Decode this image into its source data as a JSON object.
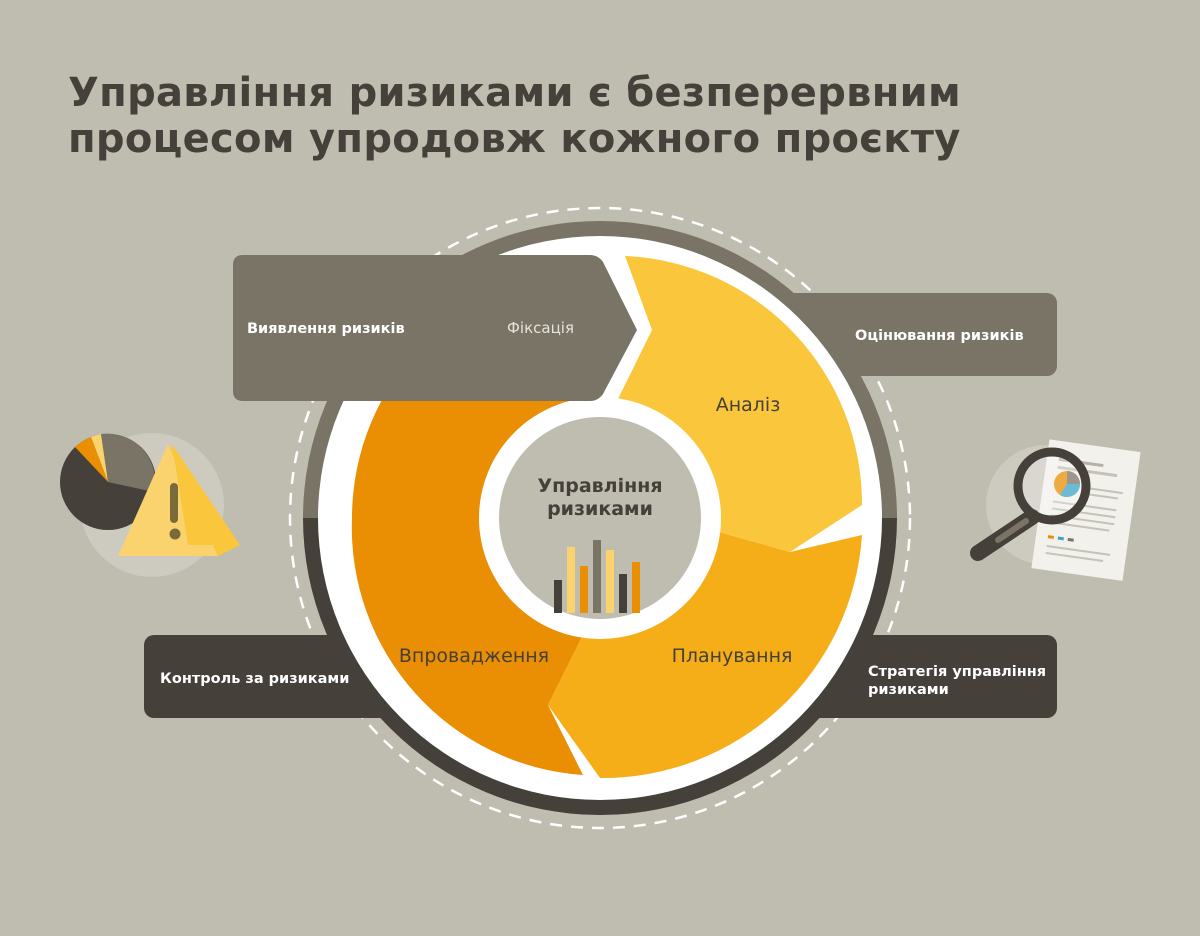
{
  "title": {
    "line1": "Управління ризиками є безперервним",
    "line2": "процесом упродовж кожного проєкту"
  },
  "center": {
    "line1": "Управління",
    "line2": "ризиками"
  },
  "segments": {
    "analysis": "Аналіз",
    "planning": "Планування",
    "implementation": "Впровадження",
    "fixation": "Фіксація"
  },
  "boxes": {
    "identify": "Виявлення ризиків",
    "assess": "Оцінювання ризиків",
    "control": "Контроль за ризиками",
    "strategy_line1": "Стратегія управління",
    "strategy_line2": "ризиками"
  },
  "icons": {
    "left": "pie-chart-warning-icon",
    "right": "magnifier-document-icon"
  },
  "colors": {
    "background": "#bfbcb0",
    "dark": "#45403a",
    "gray": "#7a7467",
    "yellow": "#fac73c",
    "amber": "#f5ae18",
    "orange": "#ea8e03"
  }
}
